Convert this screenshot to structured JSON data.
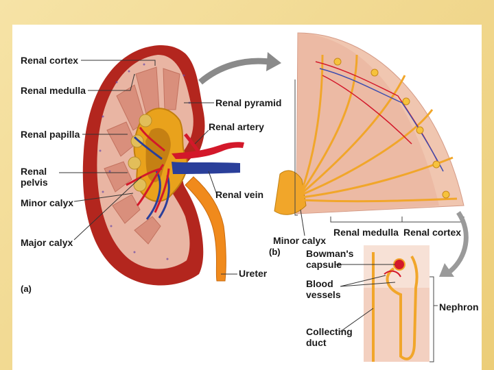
{
  "figure": {
    "panel_a_tag": "(a)",
    "panel_b_tag": "(b)",
    "labels": {
      "renal_cortex": "Renal cortex",
      "renal_medulla": "Renal medulla",
      "renal_papilla": "Renal papilla",
      "renal_pelvis": "Renal pelvis",
      "minor_calyx": "Minor calyx",
      "major_calyx": "Major calyx",
      "renal_pyramid": "Renal pyramid",
      "renal_artery": "Renal artery",
      "renal_vein": "Renal vein",
      "ureter": "Ureter",
      "minor_calyx_b": "Minor calyx",
      "renal_medulla_b": "Renal medulla",
      "renal_cortex_b": "Renal cortex",
      "bowmans_capsule": "Bowman's capsule",
      "blood_vessels": "Blood vessels",
      "collecting_duct": "Collecting duct",
      "nephron": "Nephron"
    }
  },
  "colors": {
    "background": "#f1d98a",
    "kidney_outer": "#b3261e",
    "cortex": "#e9b5a3",
    "medulla": "#d98f7c",
    "pelvis": "#e9a21c",
    "artery": "#d3182a",
    "vein": "#2a3f9a",
    "ureter": "#f08a1c"
  }
}
